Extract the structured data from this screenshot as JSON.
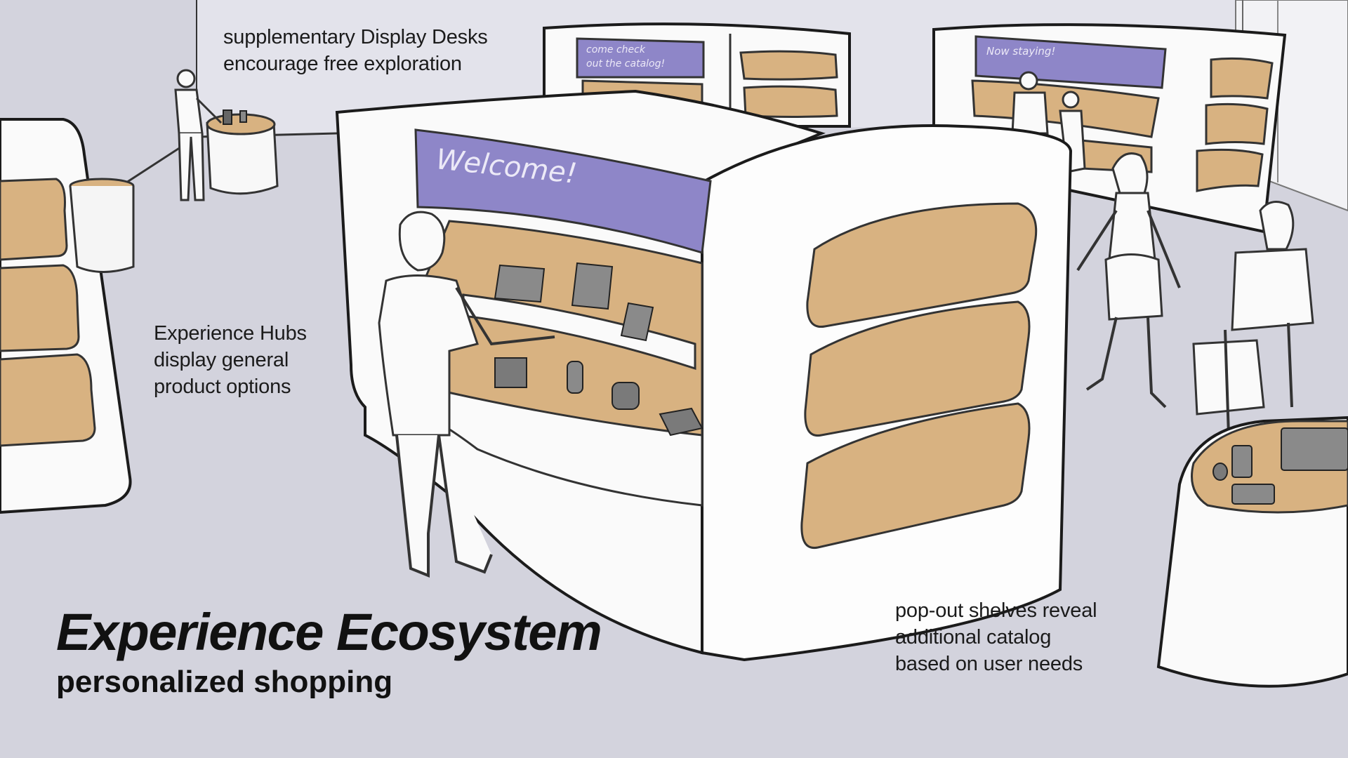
{
  "captions": {
    "desks": [
      "supplementary Display Desks",
      "encourage free exploration"
    ],
    "hubs": [
      "Experience Hubs",
      "display general",
      "product options"
    ],
    "shelves": [
      "pop-out shelves reveal",
      "additional catalog",
      "based on user needs"
    ]
  },
  "title": "Experience Ecosystem",
  "subtitle": "personalized shopping",
  "screens": {
    "main": "Welcome!",
    "back_left": [
      "come check",
      "out the catalog!"
    ],
    "back_right": "Now staying!"
  },
  "colors": {
    "background": "#d3d3dd",
    "wall": "#e6e6ee",
    "kiosk": "#fbfbfb",
    "wood": "#d8b281",
    "screen": "#8e86c8",
    "ink": "#1b1b1b"
  }
}
